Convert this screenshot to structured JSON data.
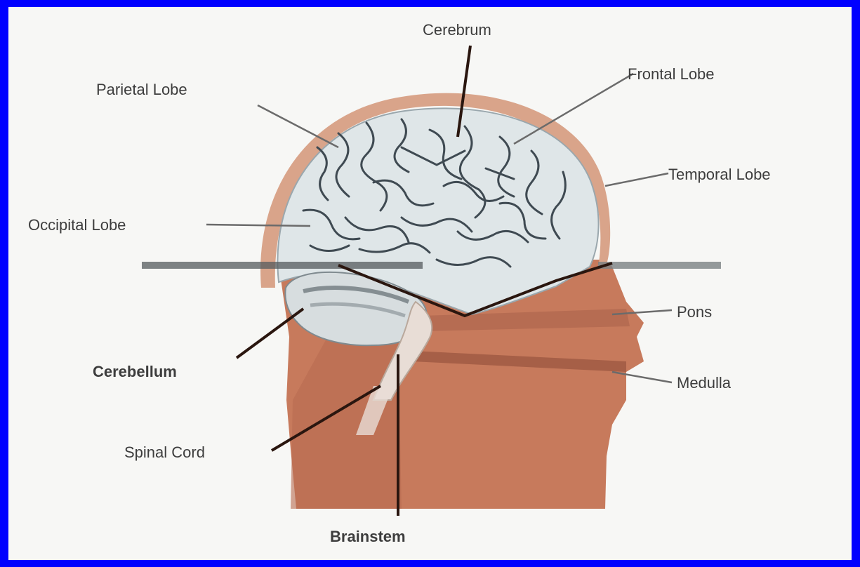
{
  "labels": {
    "cerebrum": "Cerebrum",
    "frontal_lobe": "Frontal Lobe",
    "parietal_lobe": "Parietal Lobe",
    "temporal_lobe": "Temporal Lobe",
    "occipital_lobe": "Occipital Lobe",
    "cerebellum": "Cerebellum",
    "pons": "Pons",
    "medulla": "Medulla",
    "spinal_cord": "Spinal Cord",
    "brainstem": "Brainstem"
  },
  "colors": {
    "border": "#0000ff",
    "background": "#f7f7f5",
    "skin": "#c77a5c",
    "skin_dark": "#a8604a",
    "skull": "#d9a48a",
    "brain": "#dfe6e8",
    "leader_line": "#6b6b6b",
    "dark_line": "#2a160f"
  }
}
